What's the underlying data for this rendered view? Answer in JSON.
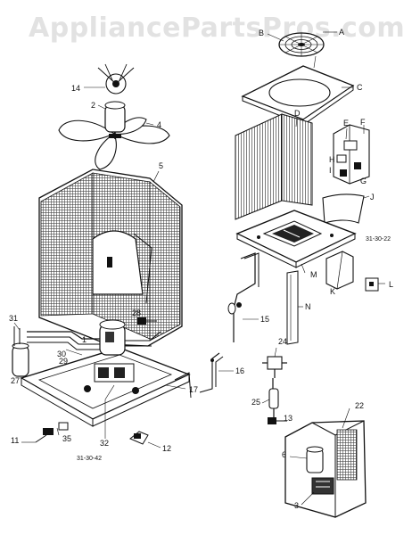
{
  "watermark": "AppliancePartsPros.com",
  "figure_codes": {
    "upper_right": "31-30-22",
    "lower_left": "31-30-42"
  },
  "part_labels": {
    "A": "A",
    "B": "B",
    "C": "C",
    "D": "D",
    "E": "E",
    "F": "F",
    "G": "G",
    "H": "H",
    "I": "I",
    "J": "J",
    "K": "K",
    "L": "L",
    "M": "M",
    "N": "N",
    "n1": "1",
    "n2": "2",
    "n3": "3",
    "n4": "4",
    "n5": "5",
    "n6": "6",
    "n11": "11",
    "n12": "12",
    "n13": "13",
    "n14": "14",
    "n15": "15",
    "n16": "16",
    "n17": "17",
    "n22": "22",
    "n24": "24",
    "n25": "25",
    "n27": "27",
    "n28": "28",
    "n29": "29",
    "n30": "30",
    "n31": "31",
    "n32": "32",
    "n35": "35"
  }
}
